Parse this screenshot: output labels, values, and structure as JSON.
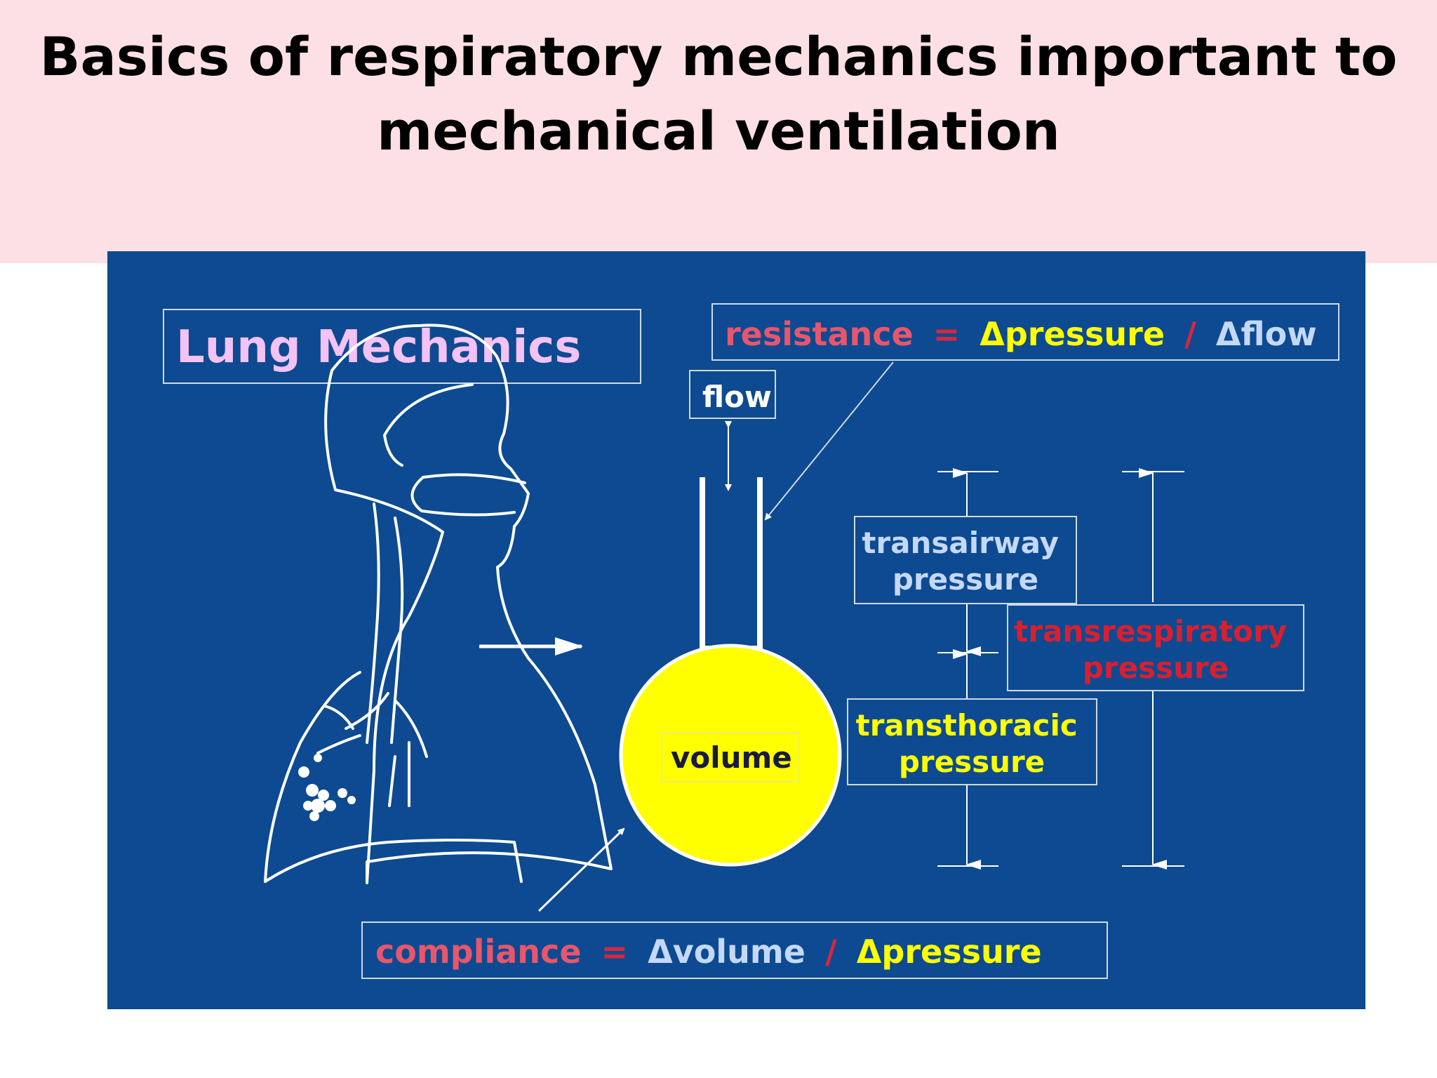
{
  "title": {
    "line1": "Basics of respiratory mechanics important to",
    "line2": "mechanical ventilation"
  },
  "diagram": {
    "heading": "Lung Mechanics",
    "resistance": {
      "term": "resistance",
      "eq": "=",
      "num": "Δpressure",
      "sep": "/",
      "den": "Δflow"
    },
    "compliance": {
      "term": "compliance",
      "eq": "=",
      "num": "Δvolume",
      "sep": "/",
      "den": "Δpressure"
    },
    "flow_label": "flow",
    "volume_label": "volume",
    "transairway": {
      "line1": "transairway",
      "line2": "pressure"
    },
    "transrespiratory": {
      "line1": "transrespiratory",
      "line2": "pressure"
    },
    "transthoracic": {
      "line1": "transthoracic",
      "line2": "pressure"
    }
  },
  "colors": {
    "header_bg": "#fde0e5",
    "slide_bg": "#0d4a91",
    "heading_text": "#f4c2f4",
    "term_red": "#e8566b",
    "eq_red": "#d7273d",
    "blue_text": "#c4d8f7",
    "yellow": "#ffff00",
    "red_label": "#d91f2f",
    "line_white": "#ffffff"
  }
}
